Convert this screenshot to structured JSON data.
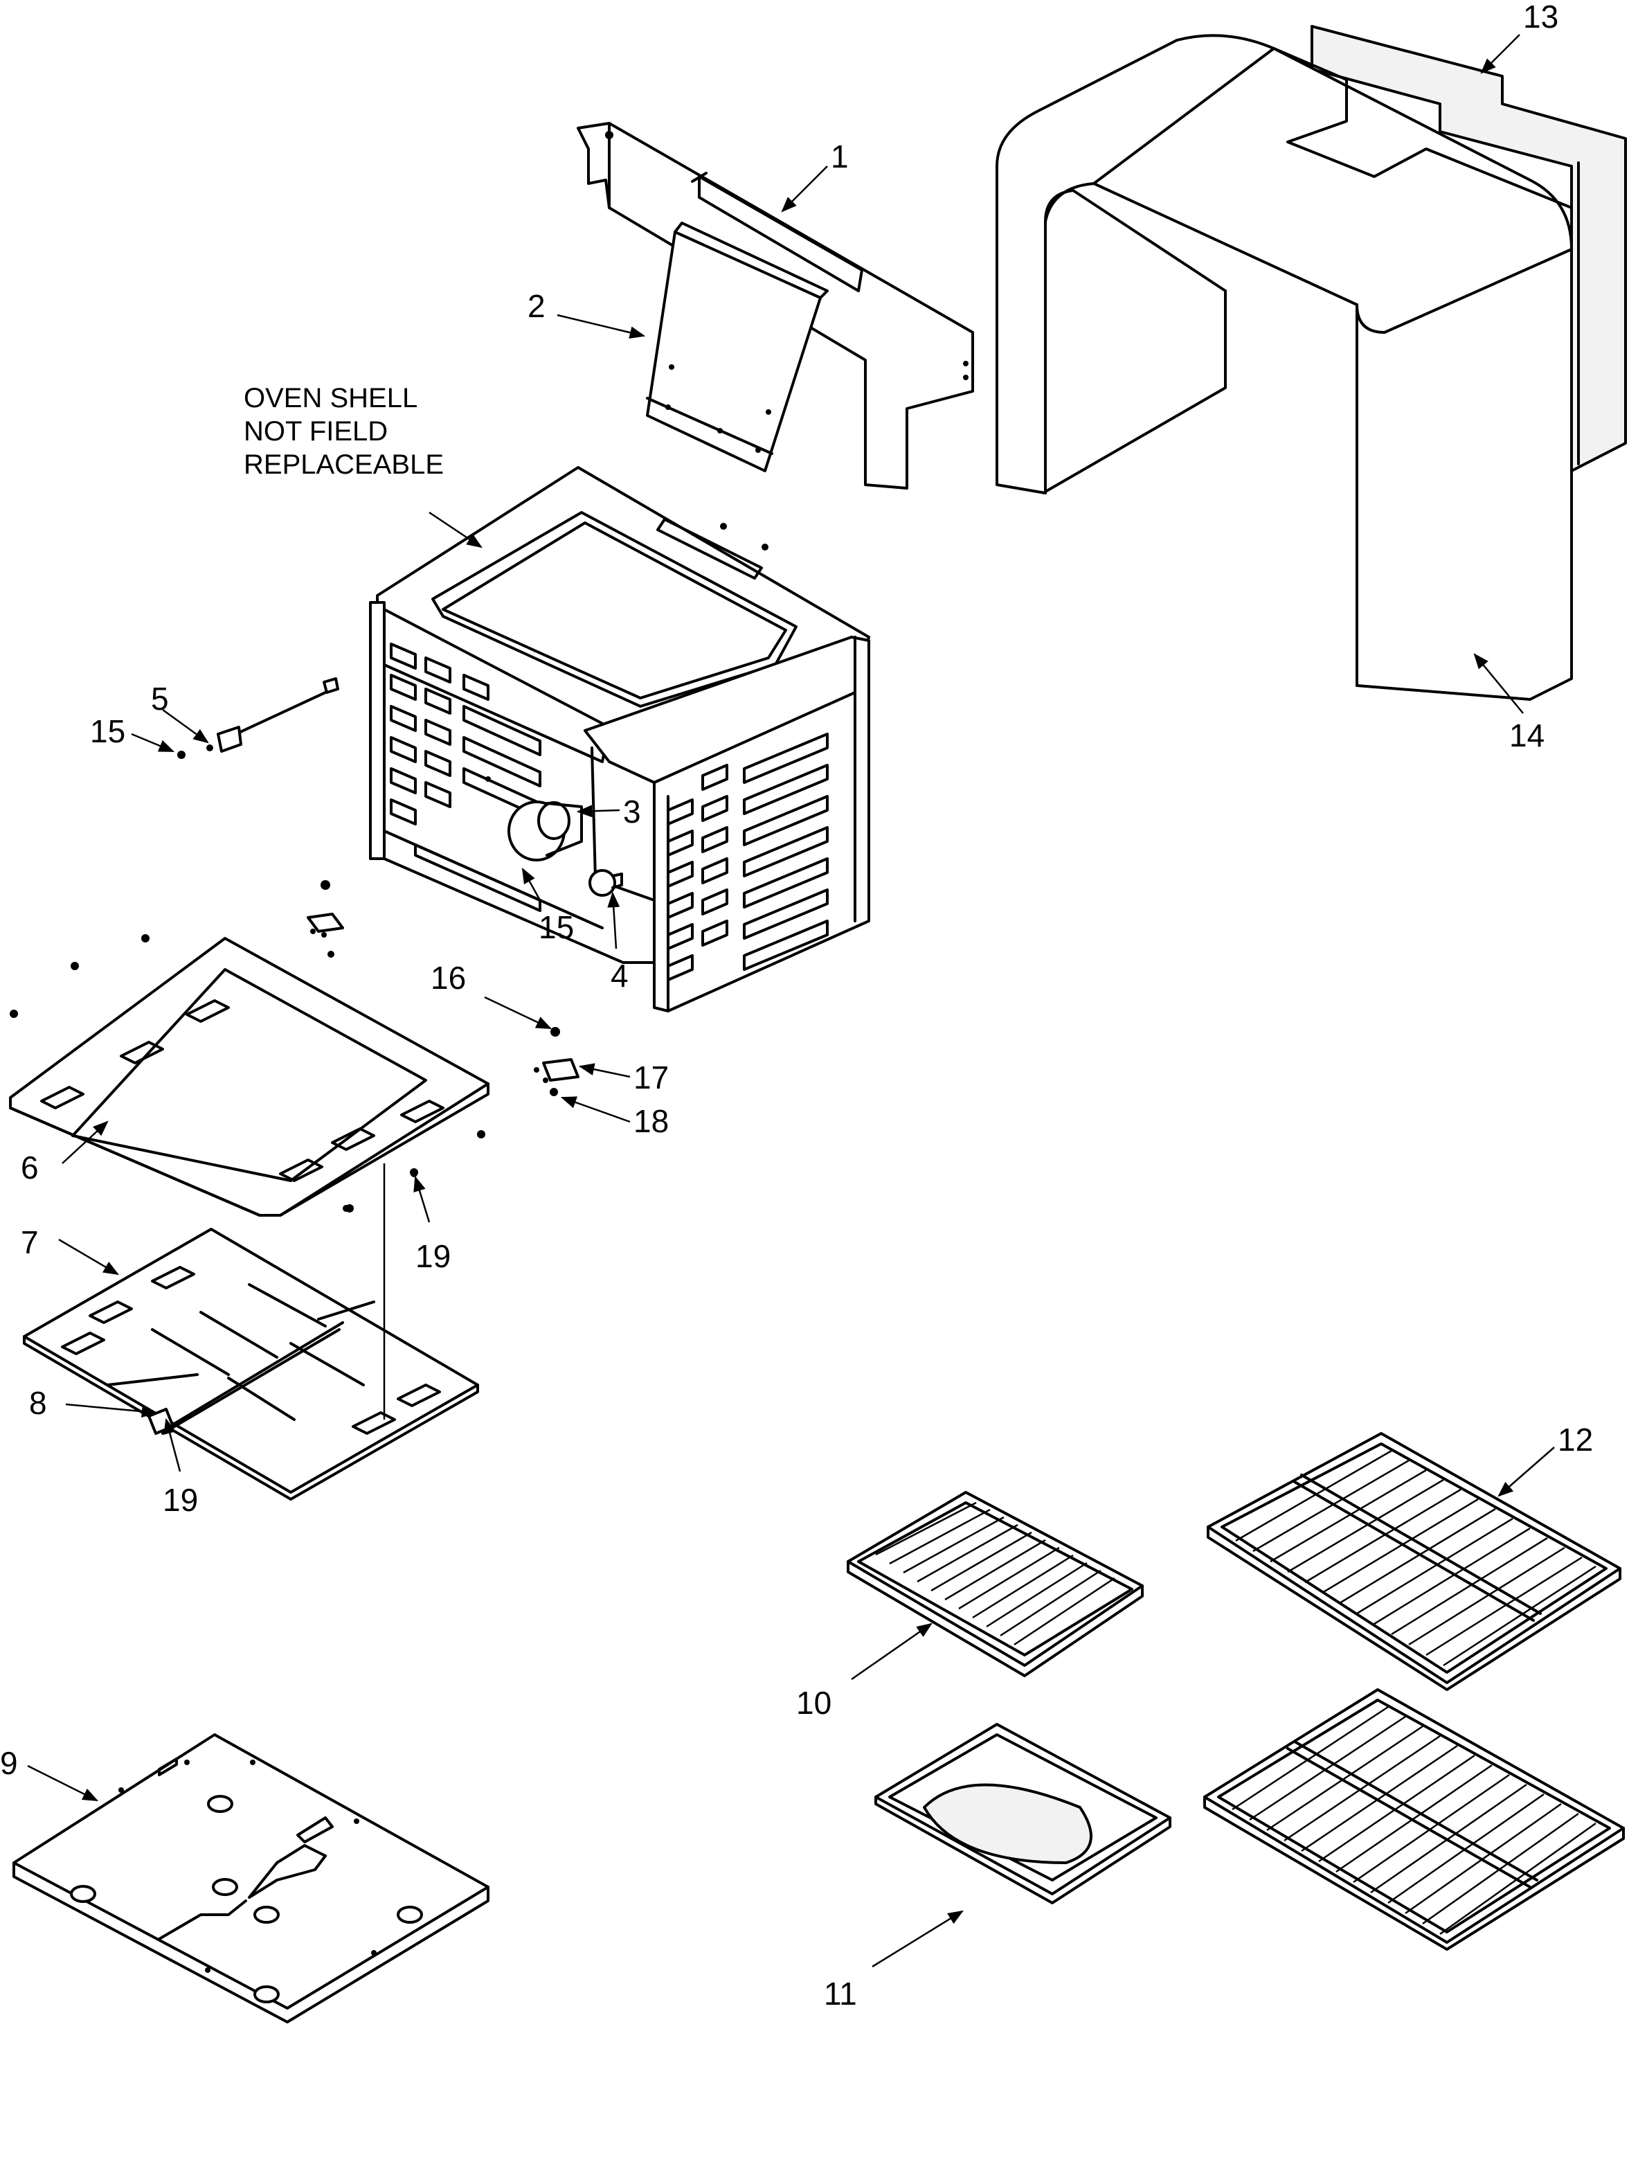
{
  "note": {
    "line1": "OVEN SHELL",
    "line2": "NOT FIELD",
    "line3": "REPLACEABLE"
  },
  "callouts": {
    "c1": "1",
    "c2": "2",
    "c3": "3",
    "c4": "4",
    "c5": "5",
    "c6": "6",
    "c7": "7",
    "c8": "8",
    "c9": "9",
    "c10": "10",
    "c11": "11",
    "c12": "12",
    "c13": "13",
    "c14": "14",
    "c15a": "15",
    "c15b": "15",
    "c16": "16",
    "c17": "17",
    "c18": "18",
    "c19a": "19",
    "c19b": "19"
  }
}
